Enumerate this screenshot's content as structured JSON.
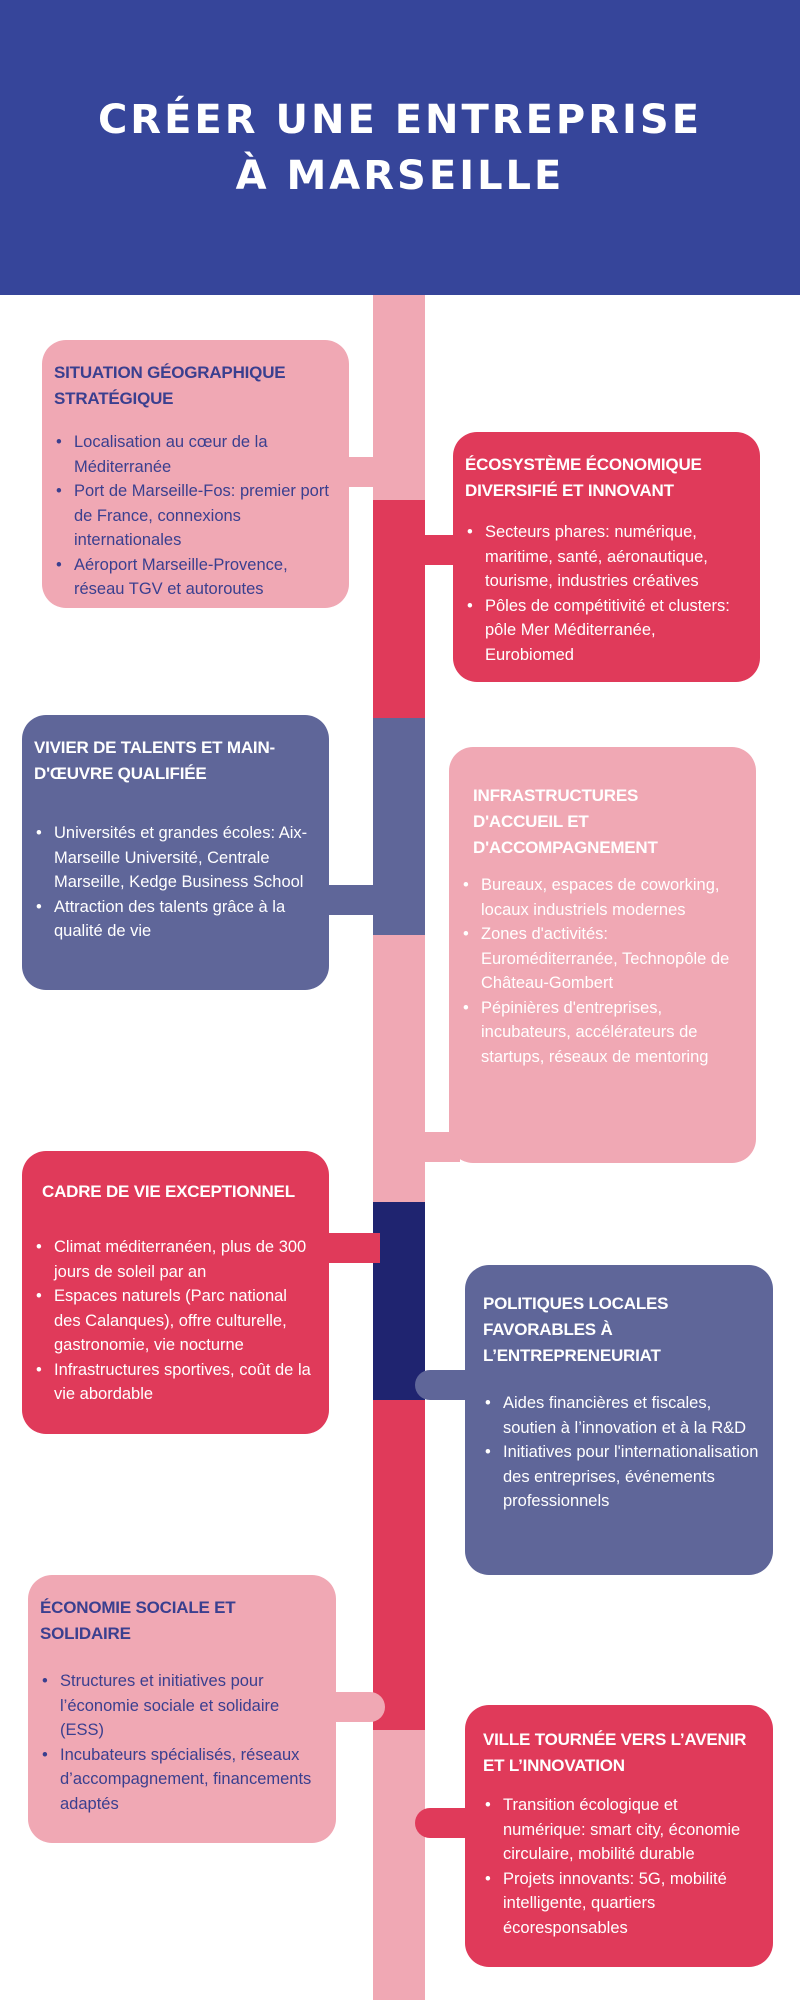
{
  "title": "CRÉER UNE ENTREPRISE À MARSEILLE",
  "colors": {
    "header": "#36459a",
    "pink": "#f0a8b4",
    "red": "#e03a5a",
    "slate": "#5f6699",
    "navy": "#1f2470"
  },
  "cards": [
    {
      "title": "SITUATION GÉOGRAPHIQUE STRATÉGIQUE",
      "items": [
        "Localisation au cœur de la Méditerranée",
        "Port de Marseille-Fos: premier port de France, connexions internationales",
        "Aéroport Marseille-Provence, réseau TGV et autoroutes"
      ]
    },
    {
      "title": "ÉCOSYSTÈME ÉCONOMIQUE DIVERSIFIÉ ET INNOVANT",
      "items": [
        "Secteurs phares: numérique, maritime, santé, aéronautique, tourisme, industries créatives",
        "Pôles de compétitivité et clusters: pôle Mer Méditerranée, Eurobiomed"
      ]
    },
    {
      "title": "VIVIER DE TALENTS ET MAIN-D'ŒUVRE QUALIFIÉE",
      "items": [
        "Universités et grandes écoles: Aix-Marseille Université, Centrale Marseille, Kedge Business School",
        "Attraction des talents grâce à la qualité de vie"
      ]
    },
    {
      "title": "INFRASTRUCTURES D'ACCUEIL ET D'ACCOMPAGNEMENT",
      "items": [
        "Bureaux, espaces de coworking, locaux industriels modernes",
        "Zones d'activités: Euroméditerranée, Technopôle de Château-Gombert",
        "Pépinières d'entreprises, incubateurs, accélérateurs de startups, réseaux de mentoring"
      ]
    },
    {
      "title": "CADRE DE VIE EXCEPTIONNEL",
      "items": [
        "Climat méditerranéen, plus de 300 jours de soleil par an",
        "Espaces naturels (Parc national des Calanques), offre culturelle, gastronomie, vie nocturne",
        "Infrastructures sportives, coût de la vie abordable"
      ]
    },
    {
      "title": "POLITIQUES LOCALES FAVORABLES À L’ENTREPRENEURIAT",
      "items": [
        "Aides financières et fiscales, soutien à l’innovation et à la R&D",
        "Initiatives pour l'internationalisation des entreprises, événements professionnels"
      ]
    },
    {
      "title": "ÉCONOMIE SOCIALE ET SOLIDAIRE",
      "items": [
        "Structures et initiatives pour l’économie sociale et solidaire (ESS)",
        "Incubateurs spécialisés, réseaux d’accompagnement, financements adaptés"
      ]
    },
    {
      "title": "VILLE TOURNÉE VERS L’AVENIR ET L’INNOVATION",
      "items": [
        "Transition écologique et numérique: smart city, économie circulaire, mobilité durable",
        "Projets innovants: 5G, mobilité intelligente, quartiers écoresponsables"
      ]
    }
  ]
}
